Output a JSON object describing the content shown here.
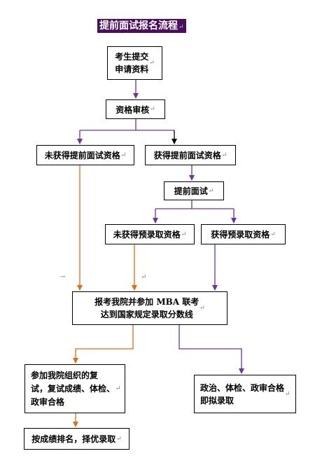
{
  "title": "提前面试报名流程",
  "colors": {
    "title_bg": "#4b0e5f",
    "purple": "#7030a0",
    "orange": "#e46c0a",
    "black": "#000000"
  },
  "nodes": {
    "apply": "考生提交\n申请资料",
    "review": "资格审核",
    "not_eligible": "未获得提前面试资格",
    "eligible": "获得提前面试资格",
    "interview": "提前面试",
    "not_pre_admit": "未获得预录取资格",
    "pre_admit": "获得预录取资格",
    "mba_exam": "报考我院并参加 MBA 联考\n达到国家规定录取分数线",
    "retest": "参加我院组织的复\n试，复试成绩、体检、\n政审合格",
    "political": "政治、体检、政审合格\n即拟录取",
    "rank": "按成绩排名，择优录取"
  },
  "marks": {
    "return": "↵",
    "arrow_mark": "→"
  }
}
